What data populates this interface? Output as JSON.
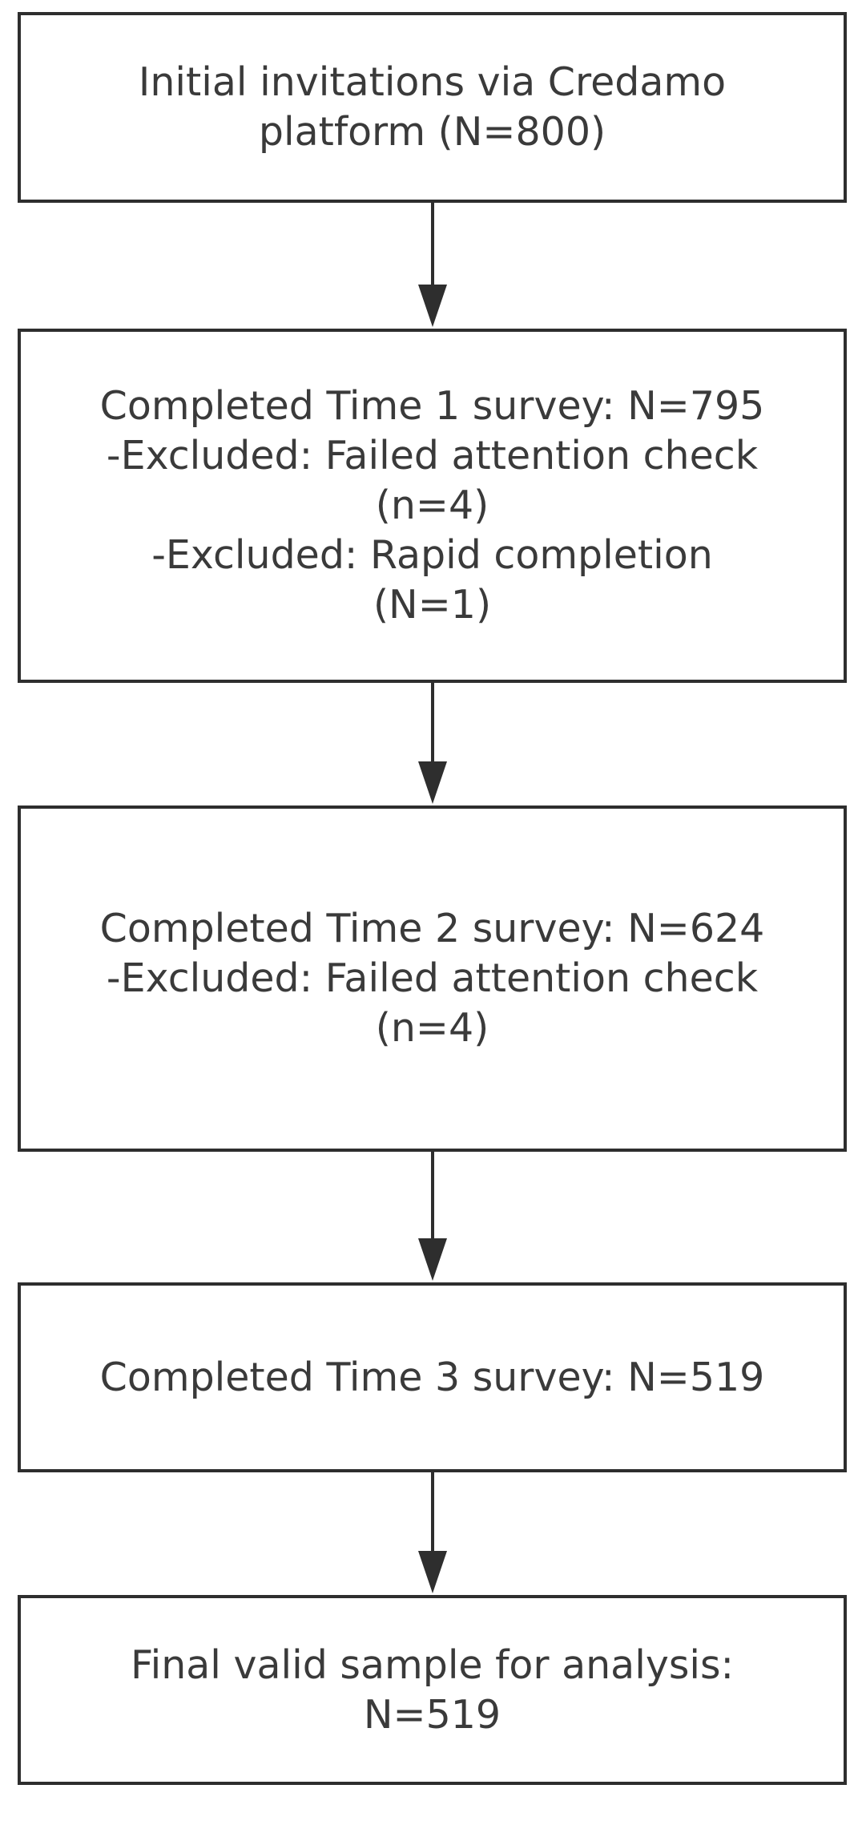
{
  "nodes": [
    {
      "id": "initial",
      "lines": [
        "Initial invitations via Credamo",
        "platform (N=800)"
      ]
    },
    {
      "id": "time1",
      "lines": [
        "Completed Time 1 survey: N=795",
        "-Excluded: Failed attention check",
        "(n=4)",
        "-Excluded: Rapid completion",
        "(N=1)"
      ]
    },
    {
      "id": "time2",
      "lines": [
        "Completed Time 2 survey: N=624",
        "-Excluded: Failed attention check",
        "(n=4)"
      ]
    },
    {
      "id": "time3",
      "lines": [
        "Completed Time 3 survey: N=519"
      ]
    },
    {
      "id": "final",
      "lines": [
        "Final valid sample for analysis:",
        "N=519"
      ]
    }
  ],
  "edges": [
    {
      "from": "initial",
      "to": "time1"
    },
    {
      "from": "time1",
      "to": "time2"
    },
    {
      "from": "time2",
      "to": "time3"
    },
    {
      "from": "time3",
      "to": "final"
    }
  ]
}
